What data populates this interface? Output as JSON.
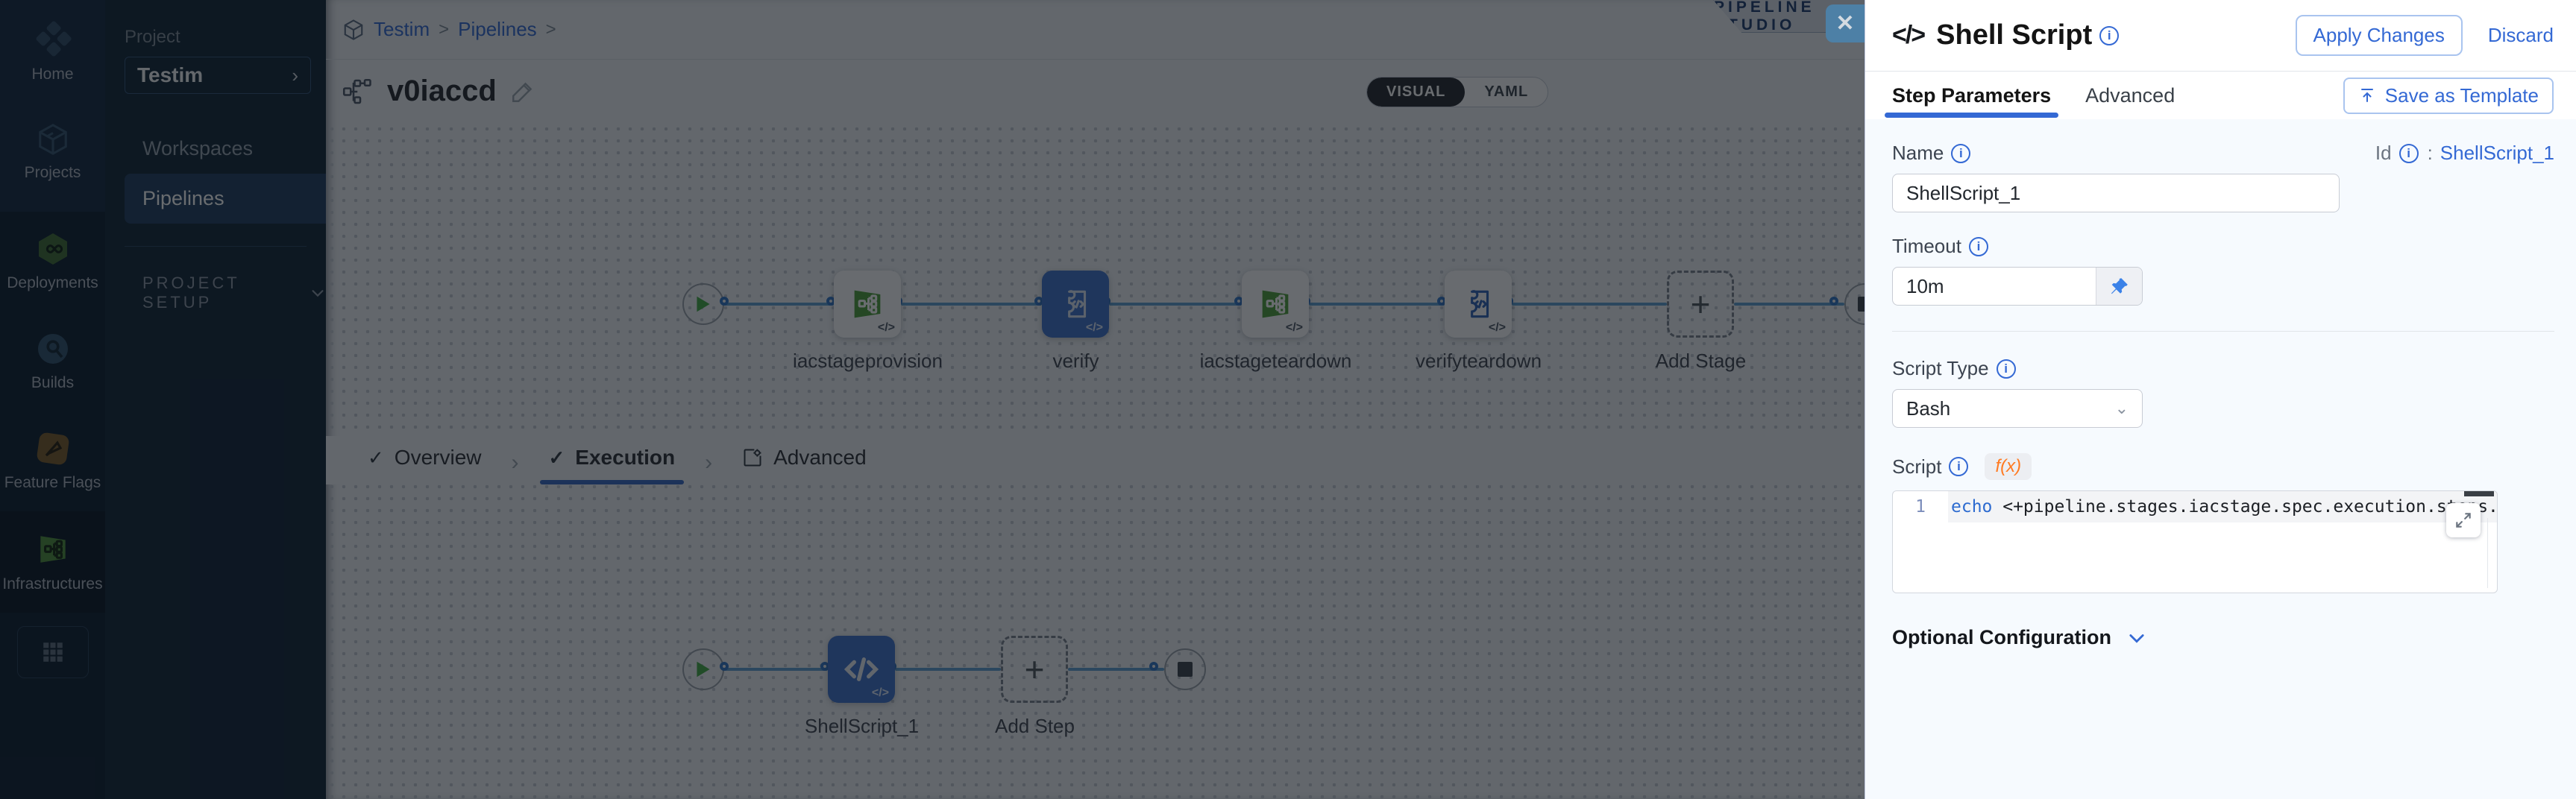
{
  "colors": {
    "primary": "#3469d4",
    "node_blue": "#3e71cd",
    "green": "#42ab45",
    "orange": "#ff7a21"
  },
  "left_rail": {
    "items": [
      {
        "label": "Home"
      },
      {
        "label": "Projects"
      },
      {
        "label": "Deployments"
      },
      {
        "label": "Builds"
      },
      {
        "label": "Feature Flags"
      },
      {
        "label": "Infrastructures"
      }
    ]
  },
  "sidebar": {
    "project_label": "Project",
    "project_name": "Testim",
    "items": [
      {
        "label": "Workspaces"
      },
      {
        "label": "Pipelines"
      }
    ],
    "section_label": "PROJECT SETUP"
  },
  "breadcrumb": {
    "links": [
      "Testim",
      "Pipelines"
    ],
    "separator": ">"
  },
  "header": {
    "studio_badge": "PIPELINE STUDIO",
    "pipeline_name": "v0iaccd",
    "view_toggle": {
      "visual": "VISUAL",
      "yaml": "YAML"
    }
  },
  "stage_graph": {
    "stages": [
      {
        "name": "iacstageprovision"
      },
      {
        "name": "verify"
      },
      {
        "name": "iacstageteardown"
      },
      {
        "name": "verifyteardown"
      }
    ],
    "add_stage_label": "Add Stage",
    "badge": "</>"
  },
  "stage_tabs": {
    "overview": "Overview",
    "execution": "Execution",
    "advanced": "Advanced"
  },
  "execution_graph": {
    "step_name": "ShellScript_1",
    "add_step_label": "Add Step",
    "badge": "</>"
  },
  "close_button": "✕",
  "panel": {
    "icon": "</>",
    "title": "Shell Script",
    "apply_button": "Apply Changes",
    "discard_button": "Discard",
    "tabs": {
      "step_parameters": "Step Parameters",
      "advanced": "Advanced"
    },
    "save_as_template": "Save as Template",
    "fields": {
      "name_label": "Name",
      "name_value": "ShellScript_1",
      "id_label": "Id",
      "id_separator": ":",
      "id_value": "ShellScript_1",
      "timeout_label": "Timeout",
      "timeout_value": "10m",
      "script_type_label": "Script Type",
      "script_type_value": "Bash",
      "script_label": "Script",
      "fx_badge": "f(x)",
      "line_number": "1",
      "code_keyword": "echo",
      "code_rest": " <+pipeline.stages.iacstage.spec.execution.steps.appl"
    },
    "optional_configuration": "Optional Configuration"
  }
}
